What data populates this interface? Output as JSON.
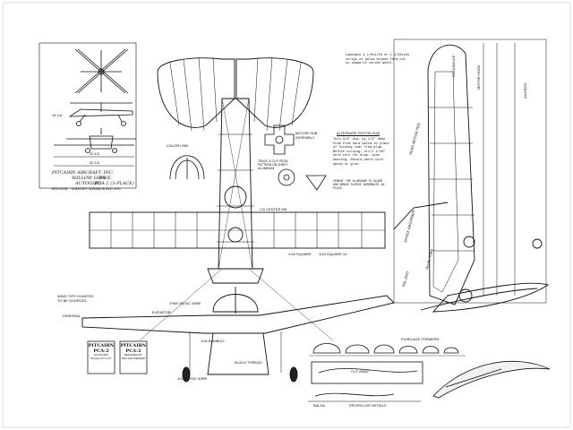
{
  "drawing": {
    "maker_block": {
      "line1": "PITCAIRN AIRCRAFT, INC.",
      "line2": "WILLOW GROVE,",
      "line3": "PA.",
      "line4": "AUTOGIRO",
      "line5": "PCA-2 (3-PLACE)",
      "line6": "ENGINE - WRIGHT WHIRLWIND 300"
    },
    "title_block_left": {
      "heading": "PITCAIRN",
      "model": "PCA-2",
      "lines": [
        "AUTOGIRO",
        "SCALE 1/2\"=1 FT."
      ]
    },
    "title_block_right": {
      "heading": "PITCAIRN",
      "model": "PCA-2",
      "lines": [
        "DESIGNED BY",
        "WILLIAM WERNER"
      ]
    },
    "notes": {
      "laminate": "Laminate 4 1/8x1/16 or 1 1/32inch strips of balsa around form cut to shape of curved wheel.",
      "alternate_rotor_hub_title": "ALTERNATE ROTOR HUB",
      "alternate_rotor_hub": "Turn 3/4\" dia. by 1/2\" deep from from hard balsa in place of forming rear from alum. Before turning, drill 1/16\" hole thru for alum. tube bearing. Secure parts with epoxy or glue.",
      "cement_alum": "CEMENT THE ALUMINUM TO BLADE AND BRASS SLEEVE ASSEMBLED IN PLACE."
    },
    "labels": {
      "color_line": "COLOR LINE",
      "rotor_hub_assembly": "MOTOR HUB ASSEMBLY",
      "trace_cut": "TRACE & CUT FROM PATTERN ON SHEET ALUMINUM",
      "elevator": "ELEVATOR",
      "fine_music_wire": "FINE MUSIC WIRE",
      "bamboo": "1/16 BAMBOO",
      "black_thread": "BLACK THREAD",
      "wing_tips": "WING TIPS SLANTED TO BE SOURCES",
      "dihedral": "DIHEDRAL",
      "music_wire": "1/32 MUSIC WIRE",
      "cg_center": "CG CENTER 5/8",
      "fuselage_formers": "FUSELAGE FORMERS",
      "propeller_details": "PROPELLER DETAILS",
      "cut_away": "CUT AWAY",
      "balsa": "BALSA",
      "clearance": "CLEARANCE",
      "motor hook": "MOTOR HOOK",
      "aileron": "AILERON",
      "n_square": "1/16 SQUARE",
      "n_square_b": "1/16 SQUARE 10",
      "rear_motor_peg": "REAR MOTOR PEG",
      "shock_absorber": "SHOCK ABSORBER",
      "alum_tube": "ALUM. TUBE",
      "tail_skid": "TAIL SKID"
    },
    "dimensions": {
      "d1": "20 1/2",
      "d2": "30 1/2",
      "d3": "15 1/4"
    }
  }
}
